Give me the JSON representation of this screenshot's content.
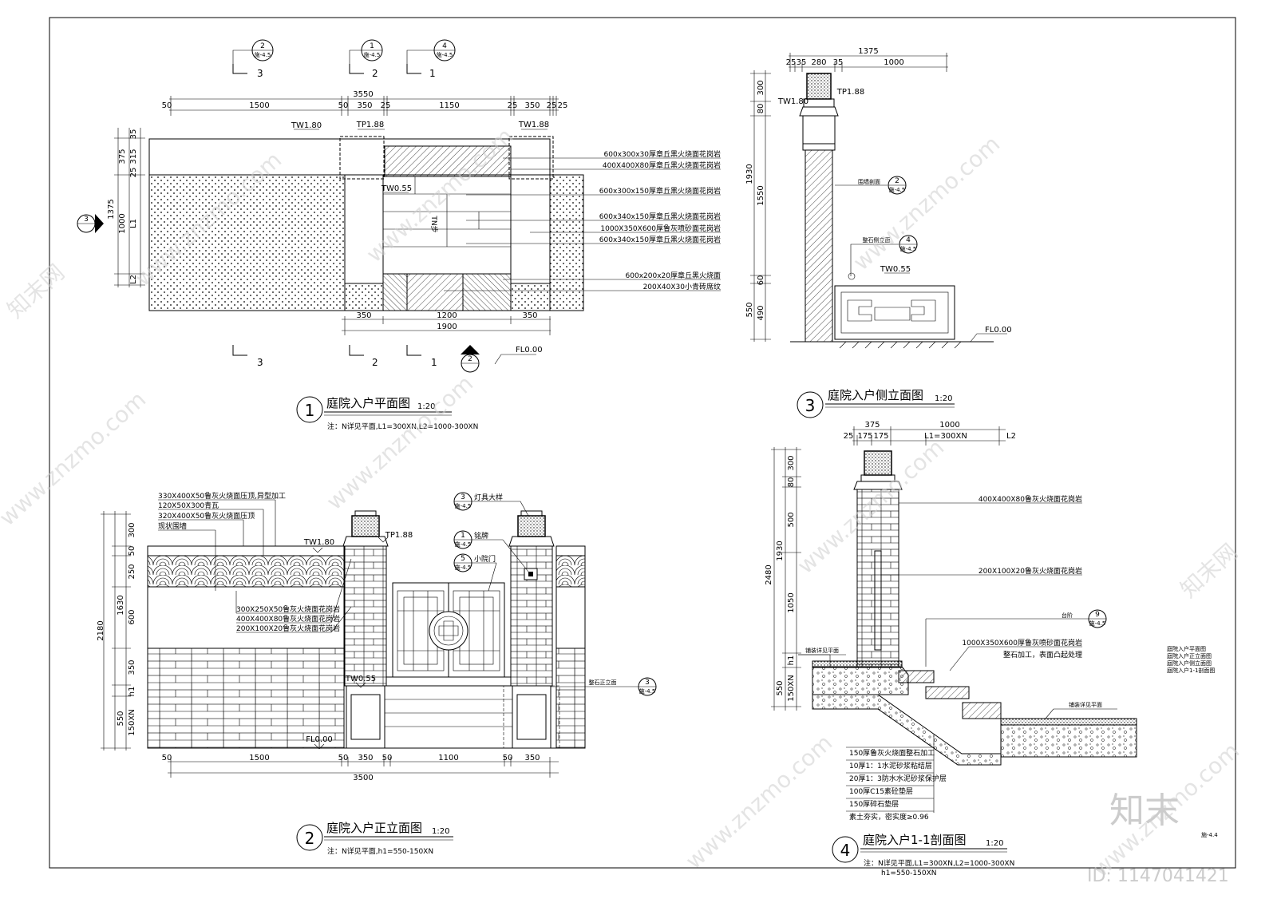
{
  "views": {
    "plan": {
      "title": "庭院入户平面图",
      "scale": "1:20",
      "number": "1",
      "note": "注：N详见平面,L1=300XN,L2=1000-300XN",
      "dims_top": [
        "50",
        "1500",
        "50",
        "350",
        "25",
        "1150",
        "25",
        "350",
        "25",
        "25"
      ],
      "dim_total_top": "3550",
      "dims_bottom": [
        "350",
        "1200",
        "350"
      ],
      "dim_total_bottom": "1900",
      "dims_left": [
        "35",
        "315",
        "25",
        "375",
        "L1",
        "1000",
        "1375",
        "L2"
      ],
      "levels": [
        "TW1.80",
        "TP1.88",
        "TW1.88",
        "TW0.55",
        "FL0.00"
      ],
      "section_marks": [
        "3",
        "2",
        "1"
      ],
      "callouts": [
        "600x300x30厚章丘黑火烧面花岗岩",
        "400X400X80厚章丘黑火烧面花岗岩",
        "600x300x150厚章丘黑火烧面花岗岩",
        "600x340x150厚章丘黑火烧面花岗岩",
        "1000X350X600厚鲁灰喷砂面花岗岩",
        "600x340x150厚章丘黑火烧面花岗岩",
        "600x200x20厚章丘黑火烧面",
        "200X40X30小青砖席纹"
      ],
      "step_label": "TN步"
    },
    "front": {
      "title": "庭院入户正立面图",
      "scale": "1:20",
      "number": "2",
      "note": "注：N详见平面,h1=550-150XN",
      "callouts_left": [
        "330X400X50鲁灰火烧面压顶,异型加工",
        "120X50X300青瓦",
        "320X400X50鲁灰火烧面压顶",
        "现状围墙",
        "300X250X50鲁灰火烧面花岗岩",
        "400X400X80鲁灰火烧面花岗岩",
        "200X100X20鲁灰火烧面花岗岩"
      ],
      "callouts_right": [
        "灯具大样",
        "铭牌",
        "小院门",
        "整石正立面"
      ],
      "dims_bottom": [
        "50",
        "1500",
        "50",
        "350",
        "50",
        "1100",
        "50",
        "350"
      ],
      "dim_total_bottom": "3500",
      "dims_left": [
        "300",
        "50",
        "250",
        "600",
        "350",
        "h1",
        "550",
        "150XN"
      ],
      "dims_left_total": [
        "1630",
        "2180"
      ],
      "levels": [
        "TW1.80",
        "TP1.88",
        "TW0.55",
        "FL0.00"
      ]
    },
    "side": {
      "title": "庭院入户侧立面图",
      "scale": "1:20",
      "number": "3",
      "dims_top": [
        "25",
        "35",
        "280",
        "35",
        "1000"
      ],
      "dim_total_top": "1375",
      "dims_left": [
        "300",
        "80",
        "1550",
        "60",
        "490"
      ],
      "dims_left_total": [
        "1930",
        "550"
      ],
      "callouts": [
        "围墙剖面",
        "整石侧立面"
      ],
      "levels": [
        "TW1.80",
        "TP1.88",
        "TW0.55",
        "FL0.00"
      ]
    },
    "section": {
      "title": "庭院入户1-1剖面图",
      "scale": "1:20",
      "number": "4",
      "note_line1": "注：N详见平面,L1=300XN,L2=1000-300XN",
      "note_line2": "h1=550-150XN",
      "dims_top": [
        "375",
        "1000",
        "25",
        "175",
        "175",
        "L1=300XN",
        "L2"
      ],
      "dims_left": [
        "300",
        "80",
        "500",
        "1050",
        "h1",
        "550",
        "150XN"
      ],
      "dims_left_total": [
        "1930",
        "2480"
      ],
      "callouts": [
        "400X400X80鲁灰火烧面花岗岩",
        "200X100X20鲁灰火烧面花岗岩",
        "台阶",
        "1000X350X600厚鲁灰喷砂面花岗岩",
        "整石加工，表面凸起处理",
        "铺装详见平面",
        "铺装详见平面"
      ],
      "layers": [
        "150厚鲁灰火烧面整石加工",
        "10厚1：1水泥砂浆粘结层",
        "20厚1：3防水水泥砂浆保护层",
        "100厚C15素砼垫层",
        "150厚碎石垫层",
        "素土夯实，密实度≥0.96"
      ]
    }
  },
  "legend": [
    "庭院入户平面图",
    "庭院入户正立面图",
    "庭院入户侧立面图",
    "庭院入户1-1剖面图"
  ],
  "sheet_number": "施-4.4",
  "index_refs": {
    "a": "2",
    "a_sheet": "施-4.5",
    "b": "1",
    "b_sheet": "施-4.5",
    "c": "4",
    "c_sheet": "施-4.5",
    "d": "5",
    "d_sheet": "施-4.5",
    "e": "9",
    "e_sheet": "施-4.5",
    "f": "3",
    "f_sheet": "施-4.5"
  },
  "watermark": {
    "site": "www.znzmo.com",
    "cn": "知末网",
    "brand": "知末",
    "id": "ID: 1147041421"
  }
}
